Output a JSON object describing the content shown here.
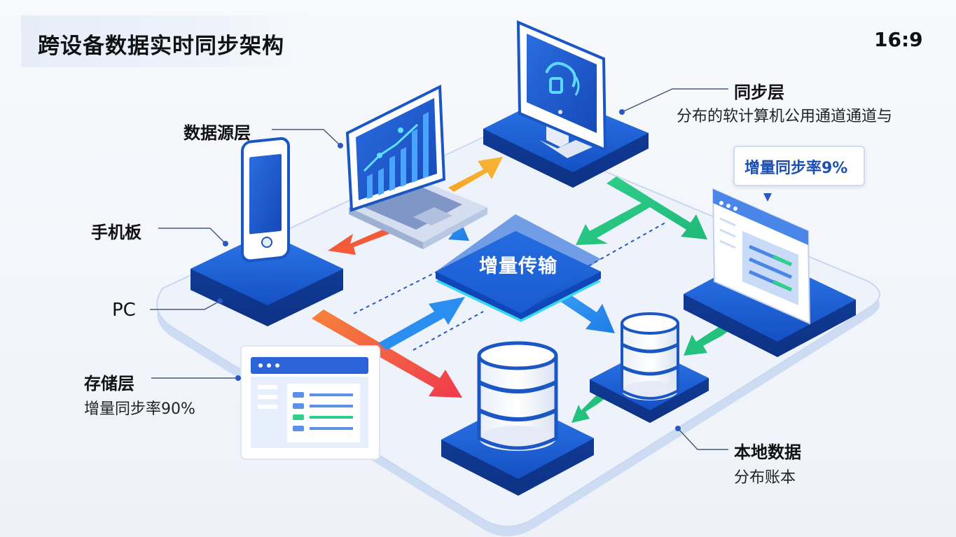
{
  "header": {
    "title": "跨设备数据实时同步架构",
    "ratio": "16:9"
  },
  "labels": {
    "data_source": "数据源层",
    "phone": "手机板",
    "pc": "PC",
    "storage_title": "存储层",
    "storage_sub": "增量同步率90%",
    "sync_title": "同步层",
    "sync_sub": "分布的软计算机公用通道通道与",
    "local_title": "本地数据",
    "local_sub": "分布账本"
  },
  "badge": {
    "text": "增量同步率9%"
  },
  "hub": {
    "label": "增量传输"
  },
  "colors": {
    "primary": "#1d5fd6",
    "dark_blue": "#0f47b8",
    "green": "#25c083",
    "orange": "#f79b23",
    "red": "#f04a3c",
    "cyan": "#35d6ee",
    "platform": "#e8effb"
  }
}
